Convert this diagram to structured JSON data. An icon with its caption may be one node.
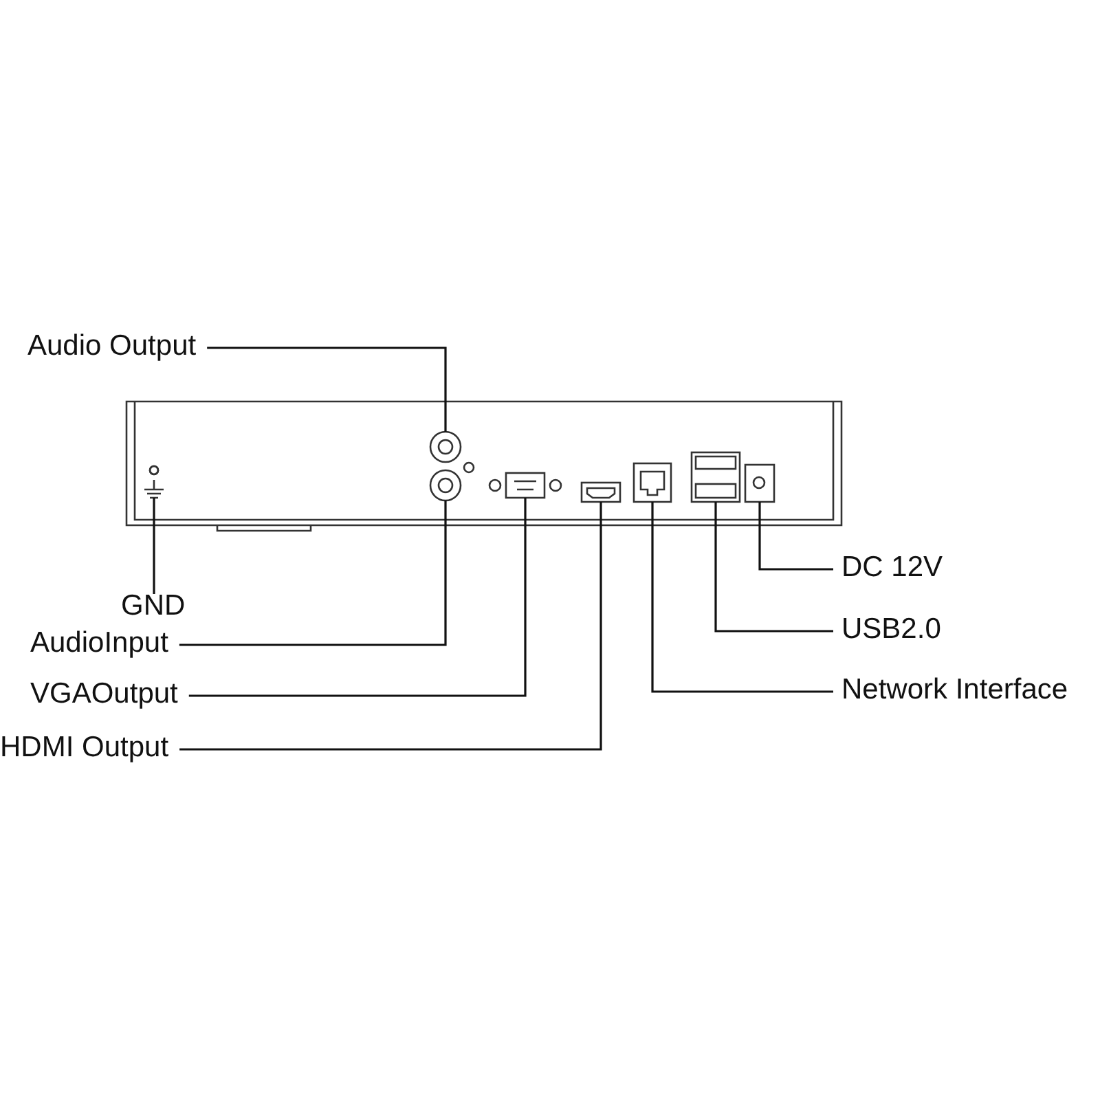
{
  "diagram": {
    "nodes": [
      {
        "text": [
          "Audio Output"
        ]
      },
      {
        "text": [
          "GND"
        ]
      },
      {
        "text": [
          "AudioInput"
        ]
      },
      {
        "text": [
          "VGAOutput"
        ]
      },
      {
        "text": [
          "HDMI Output"
        ]
      },
      {
        "text": [
          "DC 12V"
        ]
      },
      {
        "text": [
          "USB2.0"
        ]
      },
      {
        "text": [
          "Network Interface"
        ]
      },
      {
        "text": [],
        "shape": "circle"
      },
      {
        "text": [],
        "shape": "circle"
      },
      {
        "text": [],
        "shape": "circle"
      },
      {
        "text": [],
        "shape": "box"
      },
      {
        "text": [],
        "shape": "box"
      },
      {
        "text": [],
        "shape": "box"
      },
      {
        "text": [],
        "shape": "box"
      },
      {
        "text": [],
        "shape": "box"
      }
    ],
    "edges": [
      {
        "from": 0,
        "to": 9,
        "arrow": "none"
      },
      {
        "from": 1,
        "to": 8,
        "arrow": "none"
      },
      {
        "from": 2,
        "to": 10,
        "arrow": "none"
      },
      {
        "from": 3,
        "to": 11,
        "arrow": "none"
      },
      {
        "from": 4,
        "to": 12,
        "arrow": "none"
      },
      {
        "from": 5,
        "to": 15,
        "arrow": "none"
      },
      {
        "from": 6,
        "to": 14,
        "arrow": "none"
      },
      {
        "from": 7,
        "to": 13,
        "arrow": "none"
      }
    ]
  }
}
